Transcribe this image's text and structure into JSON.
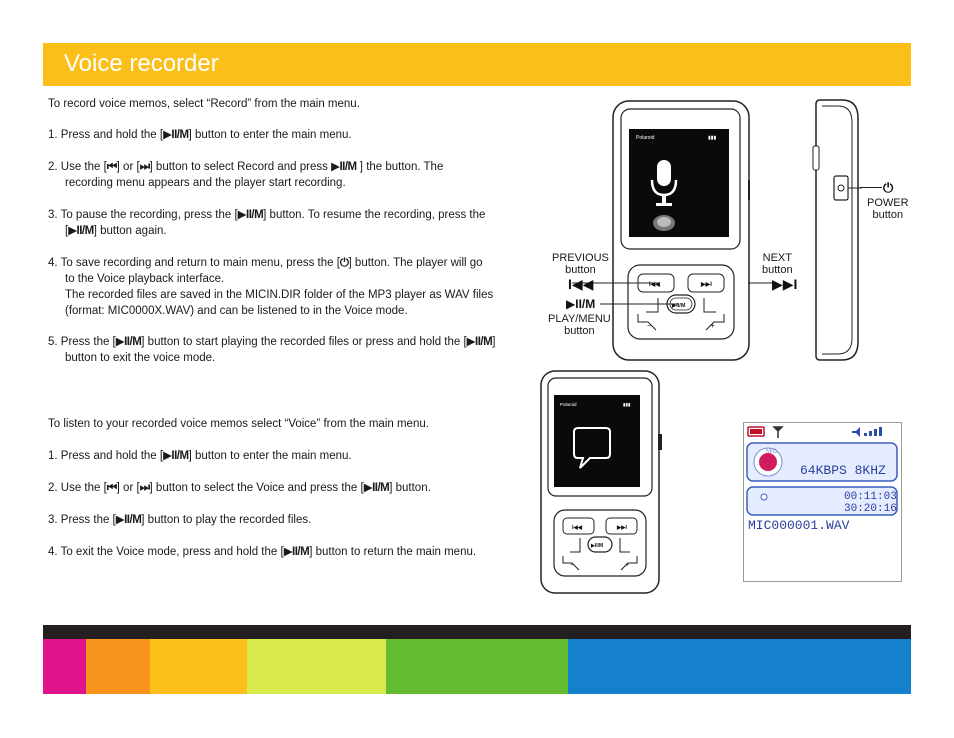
{
  "header": {
    "title": "Voice recorder"
  },
  "record_section": {
    "intro": "To record voice memos, select “Record” from the main menu.",
    "step1": {
      "a": "1. Press and hold the [",
      "b": "] button to enter the main menu."
    },
    "step2": {
      "a": "2.  Use the [",
      "b": "] or [",
      "c": "] button to select Record  and press ",
      "d": " ] the button.  The",
      "e": "recording menu appears and the player start recording."
    },
    "step3": {
      "a": "3.  To pause the recording, press the [",
      "b": "] button.  To resume the recording, press the",
      "c": "[",
      "d": "] button again."
    },
    "step4": {
      "a": "4.  To save recording and return to main menu, press the [",
      "b": "] button.  The player will go",
      "c": "to the Voice playback interface.",
      "d": "The recorded files are saved in the MICIN.DIR folder of the MP3 player as WAV files",
      "e": "(format: MIC0000X.WAV) and can be listened to in the Voice mode."
    },
    "step5": {
      "a": "5.  Press the [",
      "b": "] button to start playing the recorded files or press and hold the [",
      "c": "]",
      "d": "button to exit the voice mode."
    }
  },
  "voice_section": {
    "intro": "To listen to your recorded voice memos select “Voice” from the main menu.",
    "step1": {
      "a": "1.  Press and hold the [",
      "b": "] button to enter the main menu."
    },
    "step2": {
      "a": "2.  Use the [",
      "b": "] or [",
      "c": "] button to select the Voice and press the [",
      "d": "] button."
    },
    "step3": {
      "a": "3.  Press the [",
      "b": "] button to play the recorded files."
    },
    "step4": {
      "a": "4.  To exit the Voice mode, press and hold the [",
      "b": "] button to return the main menu."
    }
  },
  "glyphs": {
    "play_menu": "▶II/M",
    "prev": "⏮",
    "next": "⏭",
    "power": "⏻"
  },
  "labels": {
    "previous": [
      "PREVIOUS",
      "button"
    ],
    "next": [
      "NEXT",
      "button"
    ],
    "play_menu": [
      "PLAY/MENU",
      "button"
    ],
    "power": [
      "POWER",
      "button"
    ],
    "prev_symbol": "I◀◀",
    "next_symbol": "▶▶I",
    "play_symbol": "▶II/M",
    "power_symbol": "⏻"
  },
  "device": {
    "brand": "Polaroid",
    "battery": "▮▮▮",
    "key_prev": "I◀◀",
    "key_next": "▶▶I",
    "key_center": "▶II/M",
    "key_minus": "−",
    "key_plus": "+"
  },
  "lcd_screen": {
    "bitrate": "64KBPS  8KHZ",
    "time_elapsed": "00:11:03",
    "time_total": "30:20:16",
    "filename": "MIC000001.WAV",
    "mode_label": "MIC"
  },
  "colors": {
    "banner": "#fbbf1a",
    "dark_bar": "#231f20",
    "strip": [
      "#e0148a",
      "#f7941d",
      "#fbbf1a",
      "#d7e94b",
      "#63bb2f",
      "#1580cc"
    ]
  }
}
